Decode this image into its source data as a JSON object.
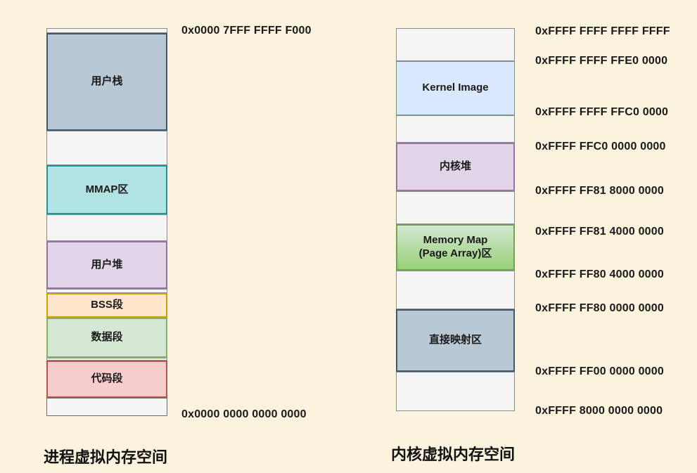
{
  "colors": {
    "background": "#FCF3DF",
    "text": "#1A1A1A",
    "empty_fill": "#F5F5F5",
    "empty_border": "#8C8C8C",
    "user_stack_fill": "#B8C8D4",
    "user_stack_border": "#40586B",
    "mmap_fill": "#B1E3E5",
    "mmap_border": "#22919B",
    "heap_fill": "#E1D5E7",
    "heap_border": "#9673A6",
    "bss_fill": "#FFE6CC",
    "bss_border": "#D79B00",
    "data_fill": "#D5E8D4",
    "data_border": "#82B366",
    "code_fill": "#F8CECC",
    "code_border": "#B85450",
    "kernel_image_fill": "#DAE8FC",
    "kernel_image_border": "#6C8EBF",
    "memory_map_fill_top": "#D5E8D4",
    "memory_map_fill_bottom": "#97D077",
    "memory_map_border": "#6FA54E",
    "direct_map_fill": "#B8C8D4",
    "direct_map_border": "#40586B"
  },
  "process_space": {
    "title": "进程虚拟内存空间",
    "top_address": "0x0000 7FFF FFFF F000",
    "bottom_address": "0x0000 0000 0000 0000",
    "segments": {
      "user_stack": "用户栈",
      "mmap": "MMAP区",
      "user_heap": "用户堆",
      "bss": "BSS段",
      "data": "数据段",
      "code": "代码段"
    }
  },
  "kernel_space": {
    "title": "内核虚拟内存空间",
    "segments": {
      "kernel_image": "Kernel Image",
      "kernel_heap": "内核堆",
      "memory_map": "Memory Map\n(Page Array)区",
      "direct_map": "直接映射区"
    },
    "addresses": [
      "0xFFFF FFFF FFFF FFFF",
      "0xFFFF FFFF FFE0 0000",
      "0xFFFF FFFF FFC0 0000",
      "0xFFFF FFC0 0000 0000",
      "0xFFFF FF81 8000 0000",
      "0xFFFF FF81 4000 0000",
      "0xFFFF FF80 4000 0000",
      "0xFFFF FF80 0000 0000",
      "0xFFFF FF00 0000 0000",
      "0xFFFF 8000 0000 0000"
    ]
  }
}
